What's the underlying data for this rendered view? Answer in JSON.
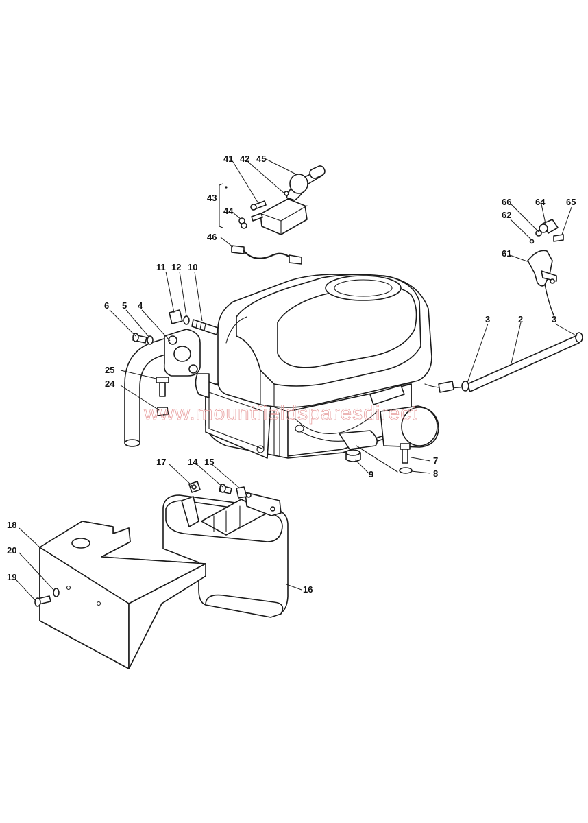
{
  "watermark": "www.mountfieldsparesdirect",
  "callouts": {
    "c1": "41",
    "c2": "42",
    "c3": "45",
    "c4": "43",
    "c5": "44",
    "c6": "46",
    "c7": "66",
    "c8": "64",
    "c9": "65",
    "c10": "62",
    "c11": "61",
    "c12": "11",
    "c13": "12",
    "c14": "10",
    "c15": "6",
    "c16": "5",
    "c17": "4",
    "c18": "3",
    "c19": "2",
    "c20": "3",
    "c21": "25",
    "c22": "24",
    "c23": "7",
    "c24": "8",
    "c25": "9",
    "c26": "17",
    "c27": "14",
    "c28": "15",
    "c29": "18",
    "c30": "20",
    "c31": "19",
    "c32": "16"
  }
}
